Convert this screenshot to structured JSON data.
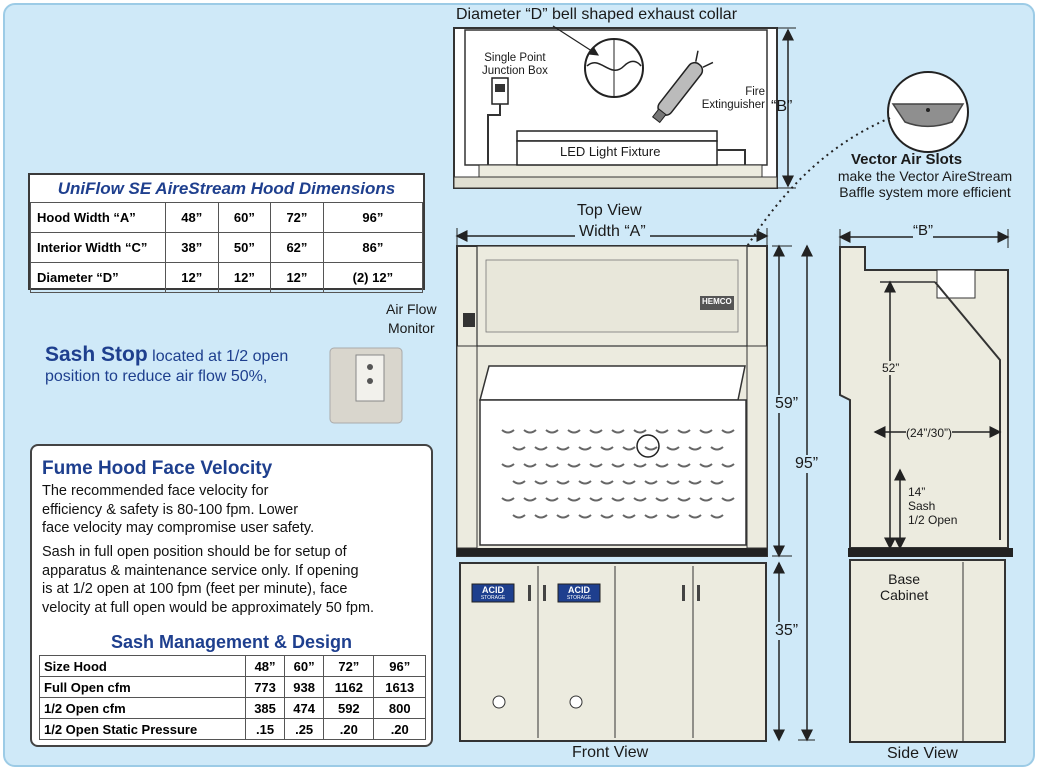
{
  "top_view": {
    "collar_label": "Diameter “D” bell shaped exhaust collar",
    "junction_box_label": "Single Point\nJunction Box",
    "fire_ext_label": "Fire\nExtinguisher",
    "b_label": "“B”",
    "led_label": "LED Light Fixture",
    "caption": "Top View"
  },
  "vector_air_slots": {
    "title": "Vector Air Slots",
    "body": "make the Vector AireStream\nBaffle system more efficient"
  },
  "dimensions_table": {
    "title": "UniFlow SE AireStream Hood Dimensions",
    "rows": [
      {
        "label": "Hood Width “A”",
        "values": [
          "48”",
          "60”",
          "72”",
          "96”"
        ]
      },
      {
        "label": "Interior Width “C”",
        "values": [
          "38”",
          "50”",
          "62”",
          "86”"
        ]
      },
      {
        "label": "Diameter “D”",
        "values": [
          "12”",
          "12”",
          "12”",
          "(2) 12”"
        ]
      }
    ]
  },
  "front_view": {
    "width_label": "Width “A”",
    "air_flow_monitor": "Air Flow\nMonitor",
    "brand_badge": "HEMCO",
    "dim_59": "59”",
    "dim_95": "95”",
    "dim_35": "35”",
    "acid_label": "ACID",
    "acid_sub": "STORAGE",
    "caption": "Front View"
  },
  "side_view": {
    "b_label": "“B”",
    "dim_52": "52”",
    "dim_depth": "(24”/30”)",
    "dim_14": "14”\nSash\n1/2 Open",
    "base_cabinet": "Base\nCabinet",
    "caption": "Side View"
  },
  "sash_stop": {
    "title": "Sash Stop",
    "text_1": " located at 1/2 open",
    "text_2": "position to reduce air flow 50%,"
  },
  "face_velocity": {
    "title": "Fume Hood Face Velocity",
    "para1": "The recommended face velocity for\nefficiency & safety is 80-100 fpm. Lower\nface velocity may compromise user safety.",
    "para2": "Sash in full open position should be for setup of\napparatus & maintenance service only. If opening\nis at 1/2 open at 100 fpm (feet per minute), face\nvelocity at full open would be approximately 50 fpm."
  },
  "sash_management": {
    "title": "Sash Management & Design",
    "header": {
      "label": "Size Hood",
      "values": [
        "48”",
        "60”",
        "72”",
        "96”"
      ]
    },
    "rows": [
      {
        "label": "Full Open cfm",
        "values": [
          "773",
          "938",
          "1162",
          "1613"
        ]
      },
      {
        "label": "1/2 Open cfm",
        "values": [
          "385",
          "474",
          "592",
          "800"
        ]
      },
      {
        "label": "1/2 Open Static Pressure",
        "values": [
          ".15",
          ".25",
          ".20",
          ".20"
        ]
      }
    ]
  },
  "colors": {
    "background": "#cfe9f8",
    "title_blue": "#1e3f8e",
    "hood_body": "#ecebdf",
    "line": "#222222"
  }
}
